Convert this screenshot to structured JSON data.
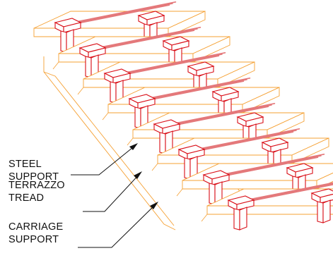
{
  "labels": {
    "steel_support": [
      "STEEL",
      "SUPPORT"
    ],
    "terrazzo_tread": [
      "TERRAZZO",
      "TREAD"
    ],
    "carriage_support": [
      "CARRIAGE",
      "SUPPORT"
    ]
  },
  "colors": {
    "tread_outline": "#f5a033",
    "support": "#d90d16",
    "terrazzo_bars": "#e4787a",
    "leader": "#111111",
    "label_text": "#111111"
  }
}
